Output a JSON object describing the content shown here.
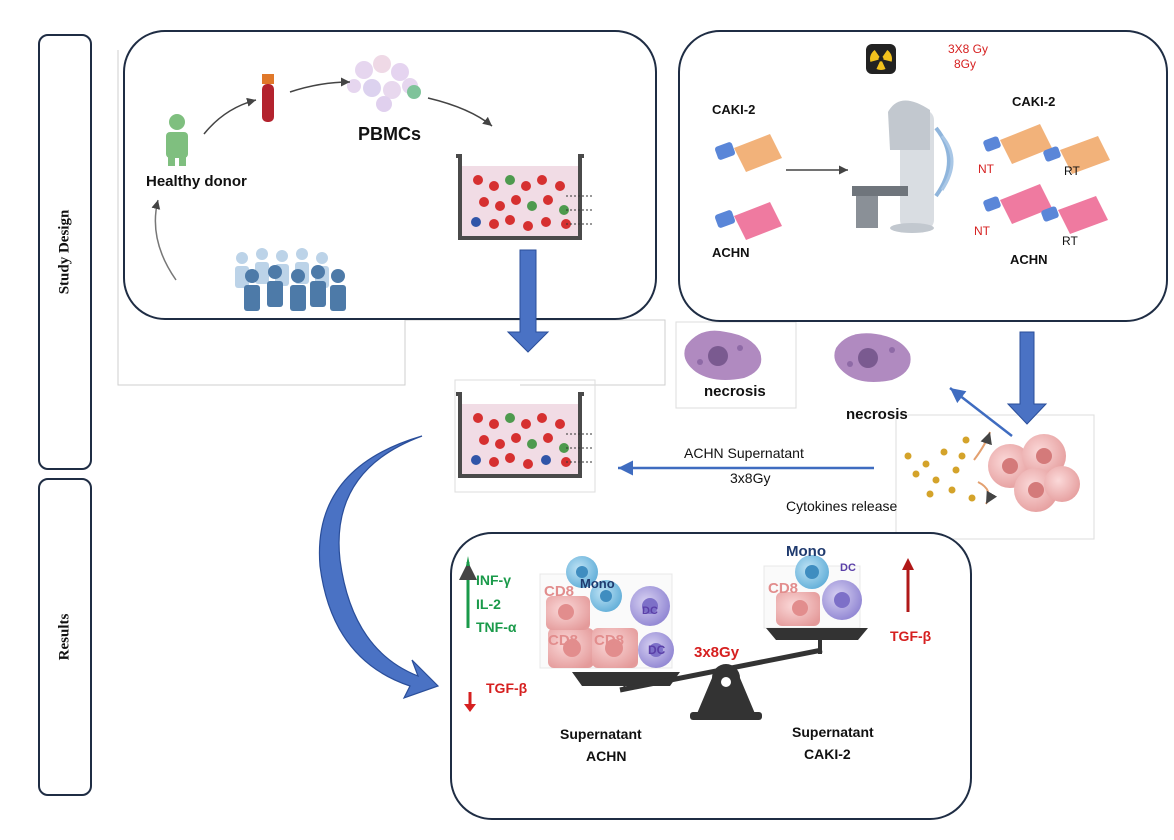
{
  "sections": {
    "study_design": "Study Design",
    "results": "Results"
  },
  "donor_panel": {
    "healthy_donor": "Healthy donor",
    "pbmcs": "PBMCs"
  },
  "irradiation_panel": {
    "dose_line1": "3X8 Gy",
    "dose_line2": "8Gy",
    "caki2_left": "CAKI-2",
    "achn_left": "ACHN",
    "caki2_right": "CAKI-2",
    "achn_right": "ACHN",
    "nt_top": "NT",
    "rt_top": "RT",
    "nt_bottom": "NT",
    "rt_bottom": "RT"
  },
  "middle": {
    "necrosis_left": "necrosis",
    "necrosis_right": "necrosis",
    "supernatant_line1": "ACHN Supernatant",
    "supernatant_line2": "3x8Gy",
    "cytokines": "Cytokines release"
  },
  "results_panel": {
    "inf": "INF-γ",
    "il2": "IL-2",
    "tnf": "TNF-α",
    "tgf_left": "TGF-β",
    "tgf_right": "TGF-β",
    "dose": "3x8Gy",
    "cd8_1": "CD8",
    "cd8_2": "CD8",
    "cd8_3": "CD8",
    "cd8_4": "CD8",
    "mono_left": "Mono",
    "mono_right": "Mono",
    "dc_1": "DC",
    "dc_2": "DC",
    "dc_3": "DC",
    "supernatant_left_1": "Supernatant",
    "supernatant_left_2": "ACHN",
    "supernatant_right_1": "Supernatant",
    "supernatant_right_2": "CAKI-2"
  },
  "colors": {
    "arrow_blue": "#3f6cc0",
    "panel_border": "#1f2d44",
    "up_green": "#1a9a4a",
    "red": "#d62020"
  }
}
